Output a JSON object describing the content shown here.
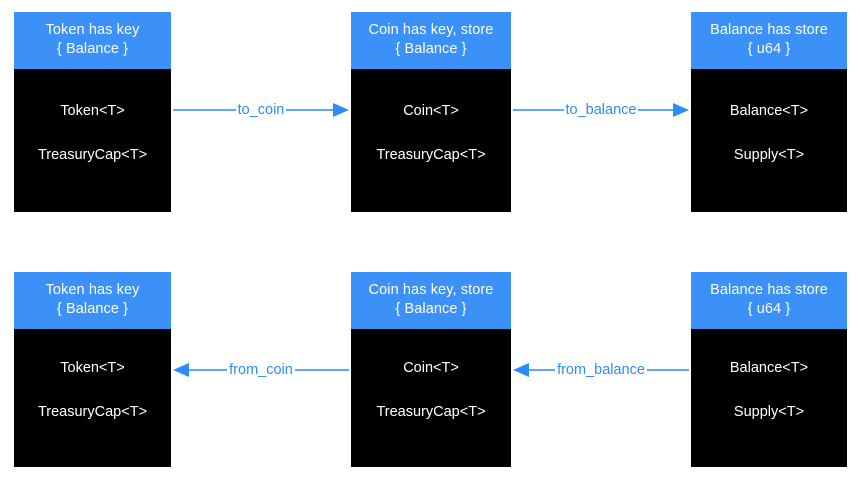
{
  "diagram": {
    "title": "Token / Coin / Balance conversion diagram",
    "colors": {
      "header_blue": "#3b91f7",
      "body_black": "#000000",
      "body_text": "#ffffff",
      "edge_line": "#5fa8f5",
      "edge_arrowhead": "#2d8cf7",
      "edge_label_text": "#2d8cf7",
      "canvas": "#ffffff"
    },
    "rows": [
      {
        "name": "forward-row",
        "nodes": [
          {
            "id": "token-forward",
            "header_line1": "Token has key",
            "header_line2": "{ Balance }",
            "fields": [
              "Token<T>",
              "TreasuryCap<T>"
            ]
          },
          {
            "id": "coin-forward",
            "header_line1": "Coin has key, store",
            "header_line2": "{ Balance }",
            "fields": [
              "Coin<T>",
              "TreasuryCap<T>"
            ]
          },
          {
            "id": "balance-forward",
            "header_line1": "Balance has store",
            "header_line2": "{ u64 }",
            "fields": [
              "Balance<T>",
              "Supply<T>"
            ]
          }
        ],
        "edges": [
          {
            "id": "to-coin",
            "label": "to_coin",
            "direction": "right",
            "from": "token-forward",
            "to": "coin-forward"
          },
          {
            "id": "to-balance",
            "label": "to_balance",
            "direction": "right",
            "from": "coin-forward",
            "to": "balance-forward"
          }
        ]
      },
      {
        "name": "reverse-row",
        "nodes": [
          {
            "id": "token-reverse",
            "header_line1": "Token has key",
            "header_line2": "{ Balance }",
            "fields": [
              "Token<T>",
              "TreasuryCap<T>"
            ]
          },
          {
            "id": "coin-reverse",
            "header_line1": "Coin has key, store",
            "header_line2": "{ Balance }",
            "fields": [
              "Coin<T>",
              "TreasuryCap<T>"
            ]
          },
          {
            "id": "balance-reverse",
            "header_line1": "Balance has store",
            "header_line2": "{ u64 }",
            "fields": [
              "Balance<T>",
              "Supply<T>"
            ]
          }
        ],
        "edges": [
          {
            "id": "from-coin",
            "label": "from_coin",
            "direction": "left",
            "from": "coin-reverse",
            "to": "token-reverse"
          },
          {
            "id": "from-balance",
            "label": "from_balance",
            "direction": "left",
            "from": "balance-reverse",
            "to": "coin-reverse"
          }
        ]
      }
    ]
  }
}
